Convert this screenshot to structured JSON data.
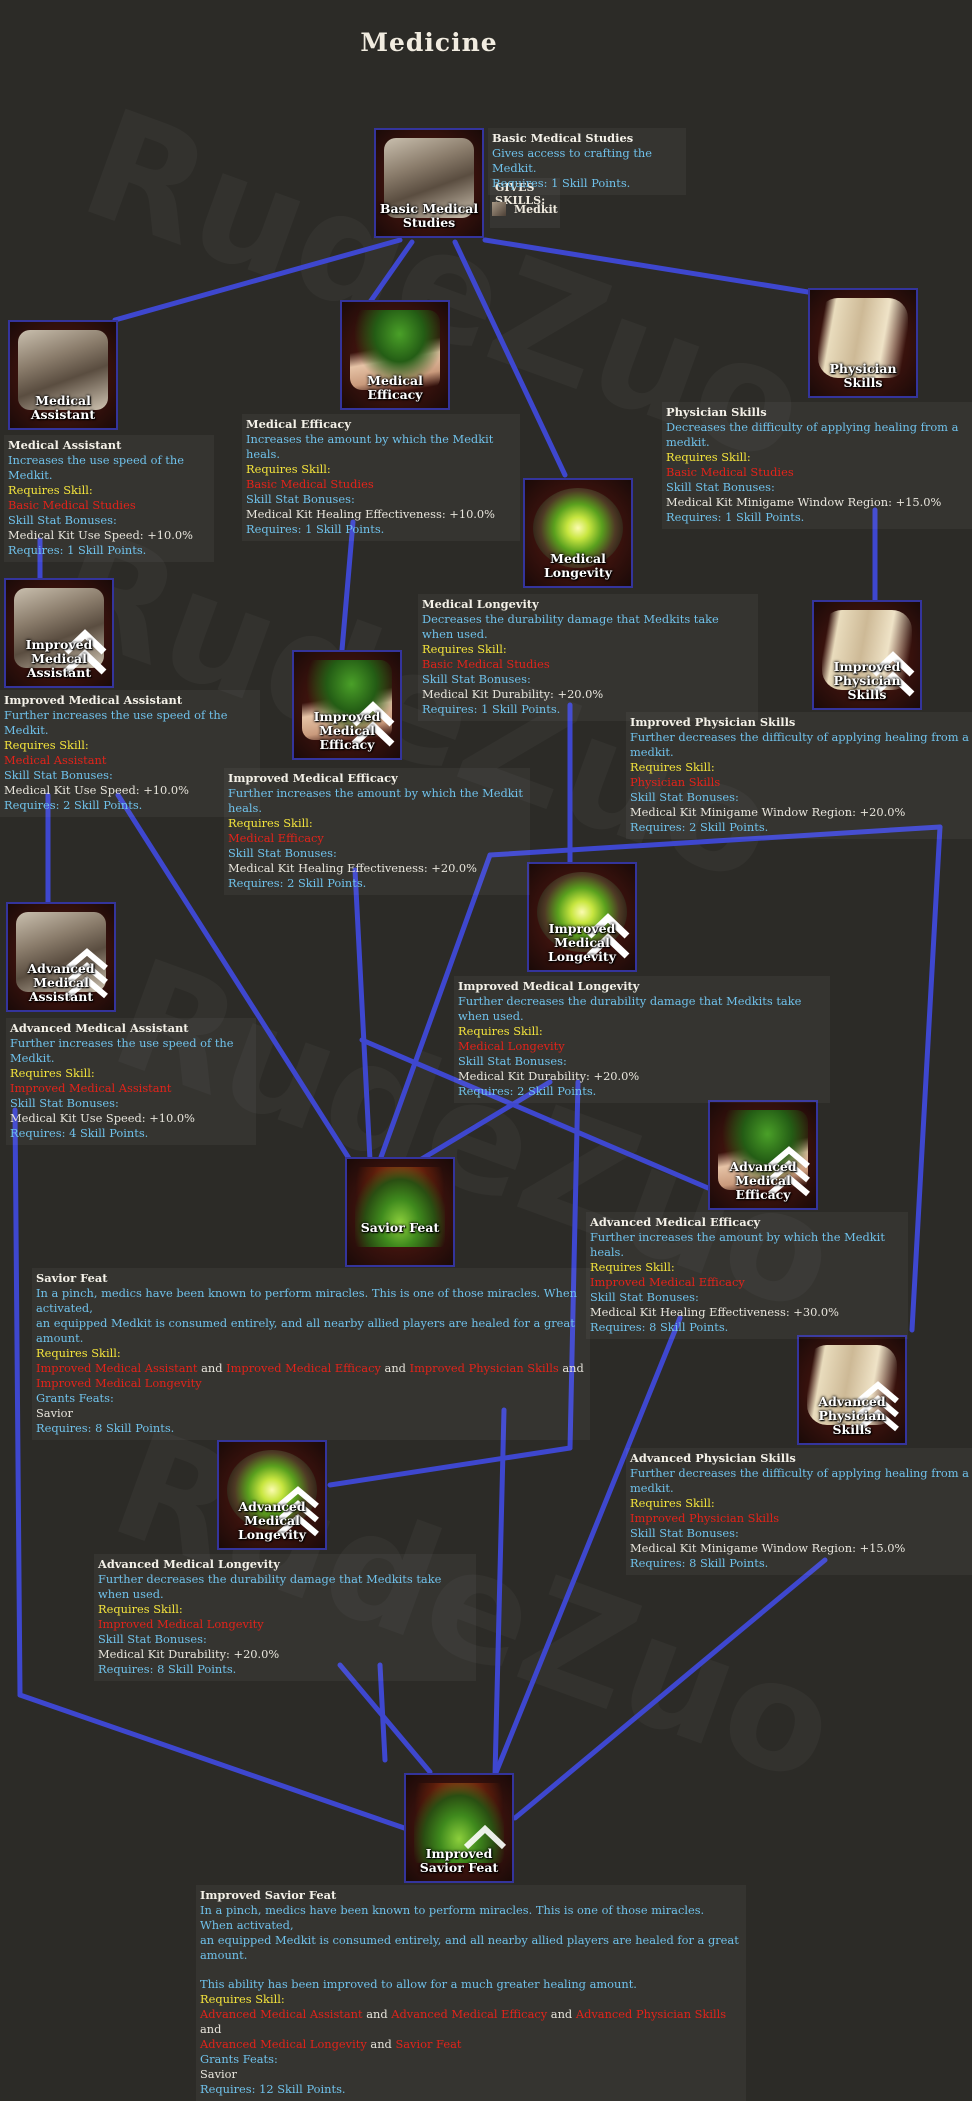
{
  "title": "Medicine",
  "watermark": "RudeZuo",
  "gives": {
    "heading": "GIVES\nSKILLS:",
    "skill": "Medkit"
  },
  "nodes": {
    "basic_medical_studies": {
      "label": "Basic Medical\nStudies",
      "icon": "medkit-icon"
    },
    "medical_assistant": {
      "label": "Medical\nAssistant",
      "icon": "medkit-icon"
    },
    "medical_efficacy": {
      "label": "Medical\nEfficacy",
      "icon": "healing-hand-icon"
    },
    "physician_skills": {
      "label": "Physician\nSkills",
      "icon": "scroll-icon"
    },
    "medical_longevity": {
      "label": "Medical\nLongevity",
      "icon": "glowing-orb-icon"
    },
    "improved_medical_assistant": {
      "label": "Improved\nMedical\nAssistant",
      "icon": "medkit-icon"
    },
    "improved_medical_efficacy": {
      "label": "Improved\nMedical\nEfficacy",
      "icon": "healing-hand-icon"
    },
    "improved_physician_skills": {
      "label": "Improved\nPhysician\nSkills",
      "icon": "scroll-icon"
    },
    "improved_medical_longevity": {
      "label": "Improved\nMedical\nLongevity",
      "icon": "glowing-orb-icon"
    },
    "advanced_medical_assistant": {
      "label": "Advanced\nMedical\nAssistant",
      "icon": "medkit-icon"
    },
    "advanced_medical_efficacy": {
      "label": "Advanced\nMedical\nEfficacy",
      "icon": "healing-hand-icon"
    },
    "savior_feat": {
      "label": "Savior  Feat",
      "icon": "savior-feat-icon"
    },
    "advanced_physician_skills": {
      "label": "Advanced\nPhysician\nSkills",
      "icon": "scroll-icon"
    },
    "advanced_medical_longevity": {
      "label": "Advanced\nMedical\nLongevity",
      "icon": "glowing-orb-icon"
    },
    "improved_savior_feat": {
      "label": "Improved\nSavior  Feat",
      "icon": "savior-feat-icon"
    }
  },
  "infos": {
    "basic_medical_studies": [
      {
        "t": "h",
        "v": "Basic Medical Studies"
      },
      {
        "t": "d",
        "v": "Gives access to crafting the Medkit."
      },
      {
        "t": "cost",
        "v": "Requires: 1 Skill Points."
      }
    ],
    "medical_assistant": [
      {
        "t": "h",
        "v": "Medical Assistant"
      },
      {
        "t": "d",
        "v": "Increases the use speed of the Medkit."
      },
      {
        "t": "rq",
        "v": "Requires Skill:"
      },
      {
        "t": "red",
        "v": "Basic Medical Studies"
      },
      {
        "t": "sk",
        "v": "Skill Stat Bonuses:"
      },
      {
        "t": "bn",
        "v": "Medical Kit Use Speed: +10.0%"
      },
      {
        "t": "cost",
        "v": "Requires: 1 Skill Points."
      }
    ],
    "medical_efficacy": [
      {
        "t": "h",
        "v": "Medical Efficacy"
      },
      {
        "t": "d",
        "v": "Increases the amount by which the Medkit heals."
      },
      {
        "t": "rq",
        "v": "Requires Skill:"
      },
      {
        "t": "red",
        "v": "Basic Medical Studies"
      },
      {
        "t": "sk",
        "v": "Skill Stat Bonuses:"
      },
      {
        "t": "bn",
        "v": "Medical Kit Healing Effectiveness: +10.0%"
      },
      {
        "t": "cost",
        "v": "Requires: 1 Skill Points."
      }
    ],
    "physician_skills": [
      {
        "t": "h",
        "v": "Physician Skills"
      },
      {
        "t": "d",
        "v": "Decreases the difficulty of applying healing from a medkit."
      },
      {
        "t": "rq",
        "v": "Requires Skill:"
      },
      {
        "t": "red",
        "v": "Basic Medical Studies"
      },
      {
        "t": "sk",
        "v": "Skill Stat Bonuses:"
      },
      {
        "t": "bn",
        "v": "Medical Kit Minigame Window Region: +15.0%"
      },
      {
        "t": "cost",
        "v": "Requires: 1 Skill Points."
      }
    ],
    "medical_longevity": [
      {
        "t": "h",
        "v": "Medical Longevity"
      },
      {
        "t": "d",
        "v": "Decreases the durability damage that Medkits take when used."
      },
      {
        "t": "rq",
        "v": "Requires Skill:"
      },
      {
        "t": "red",
        "v": "Basic Medical Studies"
      },
      {
        "t": "sk",
        "v": "Skill Stat Bonuses:"
      },
      {
        "t": "bn",
        "v": "Medical Kit Durability: +20.0%"
      },
      {
        "t": "cost",
        "v": "Requires: 1 Skill Points."
      }
    ],
    "improved_medical_assistant": [
      {
        "t": "h",
        "v": "Improved Medical Assistant"
      },
      {
        "t": "d",
        "v": "Further increases the use speed of the Medkit."
      },
      {
        "t": "rq",
        "v": "Requires Skill:"
      },
      {
        "t": "red",
        "v": "Medical Assistant"
      },
      {
        "t": "sk",
        "v": "Skill Stat Bonuses:"
      },
      {
        "t": "bn",
        "v": "Medical Kit Use Speed: +10.0%"
      },
      {
        "t": "cost",
        "v": "Requires: 2 Skill Points."
      }
    ],
    "improved_medical_efficacy": [
      {
        "t": "h",
        "v": "Improved Medical Efficacy"
      },
      {
        "t": "d",
        "v": "Further increases the amount by which the Medkit heals."
      },
      {
        "t": "rq",
        "v": "Requires Skill:"
      },
      {
        "t": "red",
        "v": "Medical Efficacy"
      },
      {
        "t": "sk",
        "v": "Skill Stat Bonuses:"
      },
      {
        "t": "bn",
        "v": "Medical Kit Healing Effectiveness: +20.0%"
      },
      {
        "t": "cost",
        "v": "Requires: 2 Skill Points."
      }
    ],
    "improved_physician_skills": [
      {
        "t": "h",
        "v": "Improved Physician Skills"
      },
      {
        "t": "d",
        "v": "Further decreases the difficulty of applying healing from a medkit."
      },
      {
        "t": "rq",
        "v": "Requires Skill:"
      },
      {
        "t": "red",
        "v": "Physician Skills"
      },
      {
        "t": "sk",
        "v": "Skill Stat Bonuses:"
      },
      {
        "t": "bn",
        "v": "Medical Kit Minigame Window Region: +20.0%"
      },
      {
        "t": "cost",
        "v": "Requires: 2 Skill Points."
      }
    ],
    "improved_medical_longevity": [
      {
        "t": "h",
        "v": "Improved Medical Longevity"
      },
      {
        "t": "d",
        "v": "Further decreases the durability damage that Medkits take when used."
      },
      {
        "t": "rq",
        "v": "Requires Skill:"
      },
      {
        "t": "red",
        "v": "Medical Longevity"
      },
      {
        "t": "sk",
        "v": "Skill Stat Bonuses:"
      },
      {
        "t": "bn",
        "v": "Medical Kit Durability: +20.0%"
      },
      {
        "t": "cost",
        "v": "Requires: 2 Skill Points."
      }
    ],
    "advanced_medical_assistant": [
      {
        "t": "h",
        "v": "Advanced Medical Assistant"
      },
      {
        "t": "d",
        "v": "Further increases the use speed of the Medkit."
      },
      {
        "t": "rq",
        "v": "Requires Skill:"
      },
      {
        "t": "red",
        "v": "Improved Medical Assistant"
      },
      {
        "t": "sk",
        "v": "Skill Stat Bonuses:"
      },
      {
        "t": "bn",
        "v": "Medical Kit Use Speed: +10.0%"
      },
      {
        "t": "cost",
        "v": "Requires: 4 Skill Points."
      }
    ],
    "advanced_medical_efficacy": [
      {
        "t": "h",
        "v": "Advanced Medical Efficacy"
      },
      {
        "t": "d",
        "v": "Further increases the amount by which the Medkit heals."
      },
      {
        "t": "rq",
        "v": "Requires Skill:"
      },
      {
        "t": "red",
        "v": "Improved Medical Efficacy"
      },
      {
        "t": "sk",
        "v": "Skill Stat Bonuses:"
      },
      {
        "t": "bn",
        "v": "Medical Kit Healing Effectiveness: +30.0%"
      },
      {
        "t": "cost",
        "v": "Requires: 8 Skill Points."
      }
    ],
    "savior_feat": [
      {
        "t": "h",
        "v": "Savior Feat"
      },
      {
        "t": "d",
        "v": "In a pinch, medics have been known to perform miracles. This is one of those miracles. When activated,"
      },
      {
        "t": "d",
        "v": "an equipped Medkit is consumed entirely, and all nearby allied players are healed for a great amount."
      },
      {
        "t": "rq",
        "v": "Requires Skill:"
      },
      {
        "t": "mix",
        "v": [
          {
            "c": "red",
            "v": "Improved Medical Assistant"
          },
          {
            "c": "bn",
            "v": " and "
          },
          {
            "c": "red",
            "v": "Improved Medical Efficacy"
          },
          {
            "c": "bn",
            "v": " and "
          },
          {
            "c": "red",
            "v": "Improved Physician Skills"
          },
          {
            "c": "bn",
            "v": " and"
          }
        ]
      },
      {
        "t": "red",
        "v": "Improved Medical Longevity"
      },
      {
        "t": "sk",
        "v": "Grants Feats:"
      },
      {
        "t": "bn",
        "v": "Savior"
      },
      {
        "t": "cost",
        "v": "Requires: 8 Skill Points."
      }
    ],
    "advanced_physician_skills": [
      {
        "t": "h",
        "v": "Advanced Physician Skills"
      },
      {
        "t": "d",
        "v": "Further decreases the difficulty of applying healing from a medkit."
      },
      {
        "t": "rq",
        "v": "Requires Skill:"
      },
      {
        "t": "red",
        "v": "Improved Physician Skills"
      },
      {
        "t": "sk",
        "v": "Skill Stat Bonuses:"
      },
      {
        "t": "bn",
        "v": "Medical Kit Minigame Window Region: +15.0%"
      },
      {
        "t": "cost",
        "v": "Requires: 8 Skill Points."
      }
    ],
    "advanced_medical_longevity": [
      {
        "t": "h",
        "v": "Advanced Medical Longevity"
      },
      {
        "t": "d",
        "v": "Further decreases the durability damage that Medkits take when used."
      },
      {
        "t": "rq",
        "v": "Requires Skill:"
      },
      {
        "t": "red",
        "v": "Improved Medical Longevity"
      },
      {
        "t": "sk",
        "v": "Skill Stat Bonuses:"
      },
      {
        "t": "bn",
        "v": "Medical Kit Durability: +20.0%"
      },
      {
        "t": "cost",
        "v": "Requires: 8 Skill Points."
      }
    ],
    "improved_savior_feat": [
      {
        "t": "h",
        "v": "Improved Savior Feat"
      },
      {
        "t": "d",
        "v": "In a pinch, medics have been known to perform miracles. This is one of those miracles. When activated,"
      },
      {
        "t": "d",
        "v": "an equipped Medkit is consumed entirely, and all nearby allied players are healed for a great amount."
      },
      {
        "t": "blank",
        "v": ""
      },
      {
        "t": "d",
        "v": "This ability has been improved to allow for a much greater healing amount."
      },
      {
        "t": "rq",
        "v": "Requires Skill:"
      },
      {
        "t": "mix",
        "v": [
          {
            "c": "red",
            "v": "Advanced Medical Assistant"
          },
          {
            "c": "bn",
            "v": " and "
          },
          {
            "c": "red",
            "v": "Advanced Medical Efficacy"
          },
          {
            "c": "bn",
            "v": " and "
          },
          {
            "c": "red",
            "v": "Advanced Physician Skills"
          },
          {
            "c": "bn",
            "v": " and"
          }
        ]
      },
      {
        "t": "mix",
        "v": [
          {
            "c": "red",
            "v": "Advanced Medical Longevity"
          },
          {
            "c": "bn",
            "v": " and "
          },
          {
            "c": "red",
            "v": "Savior Feat"
          }
        ]
      },
      {
        "t": "sk",
        "v": "Grants Feats:"
      },
      {
        "t": "bn",
        "v": "Savior"
      },
      {
        "t": "cost",
        "v": "Requires: 12 Skill Points."
      }
    ]
  },
  "colors": {
    "background": "#2c2b27",
    "connector": "#3e47cf",
    "node_border": "#34349c",
    "description": "#6fc1ea",
    "requires": "#f3e33c",
    "prereq": "#e2231a"
  }
}
